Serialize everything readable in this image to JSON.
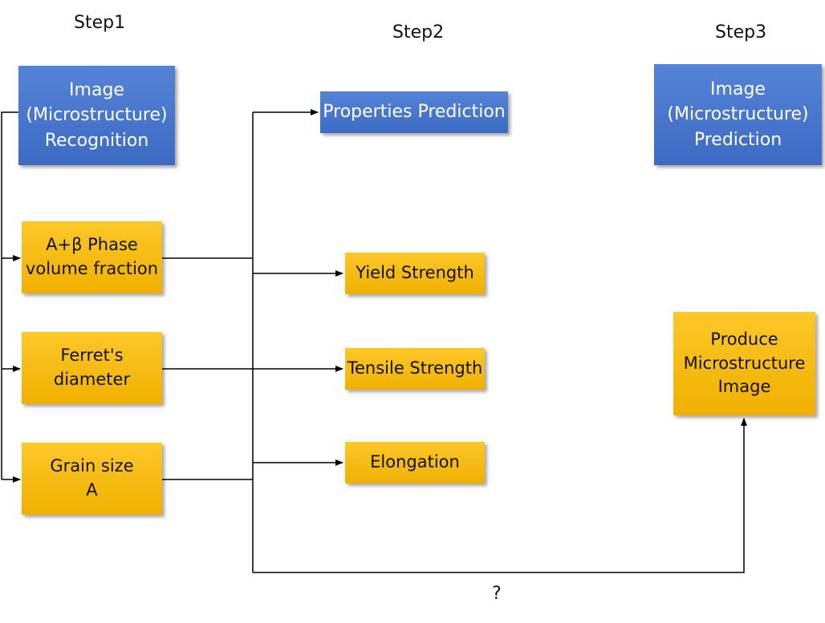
{
  "steps": {
    "step1": "Step1",
    "step2": "Step2",
    "step3": "Step3"
  },
  "nodes": {
    "image_recognition": [
      "Image",
      "(Microstructure)",
      "Recognition"
    ],
    "properties_prediction": [
      "Properties Prediction"
    ],
    "image_prediction": [
      "Image",
      "(Microstructure)",
      "Prediction"
    ],
    "phase_volume_fraction": [
      "A+β Phase",
      "volume fraction"
    ],
    "ferrets_diameter": [
      "Ferret's",
      "diameter"
    ],
    "grain_size": [
      "Grain size",
      "A"
    ],
    "yield_strength": [
      "Yield Strength"
    ],
    "tensile_strength": [
      "Tensile Strength"
    ],
    "elongation": [
      "Elongation"
    ],
    "produce_image": [
      "Produce",
      "Microstructure",
      "Image"
    ]
  },
  "connector_label": "?",
  "colors": {
    "blue_box": "#4a78cf",
    "gold_box": "#f7bc10",
    "line": "#000000"
  }
}
